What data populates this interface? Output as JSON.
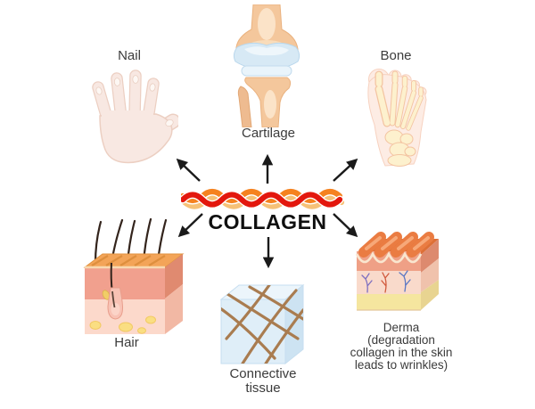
{
  "center": {
    "label": "COLLAGEN"
  },
  "nodes": {
    "nail": {
      "label": "Nail"
    },
    "cartilage": {
      "label": "Cartilage"
    },
    "bone": {
      "label": "Bone"
    },
    "hair": {
      "label": "Hair"
    },
    "connective_tissue": {
      "label": "Connective tissue",
      "lines": [
        "Connective",
        "tissue"
      ]
    },
    "derma": {
      "label": "Derma (degradation collagen in the skin leads to wrinkles)",
      "lines": [
        "Derma",
        "(degradation",
        "collagen in the skin",
        "leads to wrinkles)"
      ]
    }
  },
  "colors": {
    "background": "#ffffff",
    "label_text": "#3b3b3b",
    "title_text": "#0f0f0f",
    "arrow": "#1a1a1a",
    "collagen_red": "#e3170d",
    "collagen_orange": "#f5821f",
    "collagen_tan": "#f6c177",
    "skin_light": "#f8e8e2",
    "cartilage_blue": "#d7e9f5",
    "bone_tan": "#f4c79c",
    "connective_blue": "#dfeef8",
    "fiber_brown": "#a97c50",
    "dermis_salmon": "#f1a08e",
    "fat_yellow": "#fade82"
  }
}
